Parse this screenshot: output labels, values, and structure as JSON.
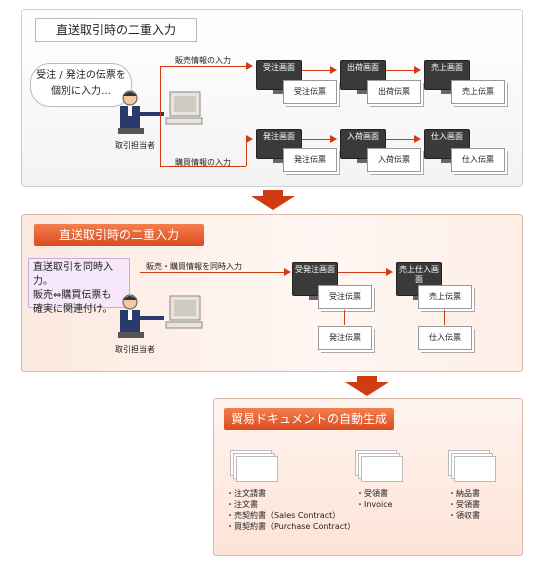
{
  "section1": {
    "title": "直送取引時の二重入力",
    "bubble_line1": "受注 / 発注の伝票を",
    "bubble_line2": "個別に入力…",
    "person_label": "取引担当者",
    "sales_label": "販売情報の入力",
    "purchase_label": "購買情報の入力",
    "sales_flow": [
      {
        "screen": "受注画面",
        "doc": "受注伝票"
      },
      {
        "screen": "出荷画面",
        "doc": "出荷伝票"
      },
      {
        "screen": "売上画面",
        "doc": "売上伝票"
      }
    ],
    "purchase_flow": [
      {
        "screen": "発注画面",
        "doc": "発注伝票"
      },
      {
        "screen": "入荷画面",
        "doc": "入荷伝票"
      },
      {
        "screen": "仕入画面",
        "doc": "仕入伝票"
      }
    ]
  },
  "section2": {
    "title": "直送取引時の二重入力",
    "bubble_line1": "直送取引を同時入力。",
    "bubble_line2": "販売⇔購買伝票も",
    "bubble_line3": "確実に関連付け。",
    "person_label": "取引担当者",
    "flow_label": "販売・購買情報を同時入力",
    "screen1": "受発注画面",
    "screen2": "売上仕入画面",
    "doc1": "受注伝票",
    "doc2": "発注伝票",
    "doc3": "売上伝票",
    "doc4": "仕入伝票"
  },
  "section3": {
    "title": "貿易ドキュメントの自動生成",
    "list1": [
      "・注文請書",
      "・注文書",
      "・売契約書（Sales Contract）",
      "・買契約書（Purchase Contract）"
    ],
    "list2": [
      "・受領書",
      "・Invoice"
    ],
    "list3": [
      "・納品書",
      "・受領書",
      "・領収書"
    ]
  },
  "colors": {
    "accent": "#d23a12",
    "orange_title": "#e8602f",
    "bubble2_bg": "#f6e7fb"
  }
}
